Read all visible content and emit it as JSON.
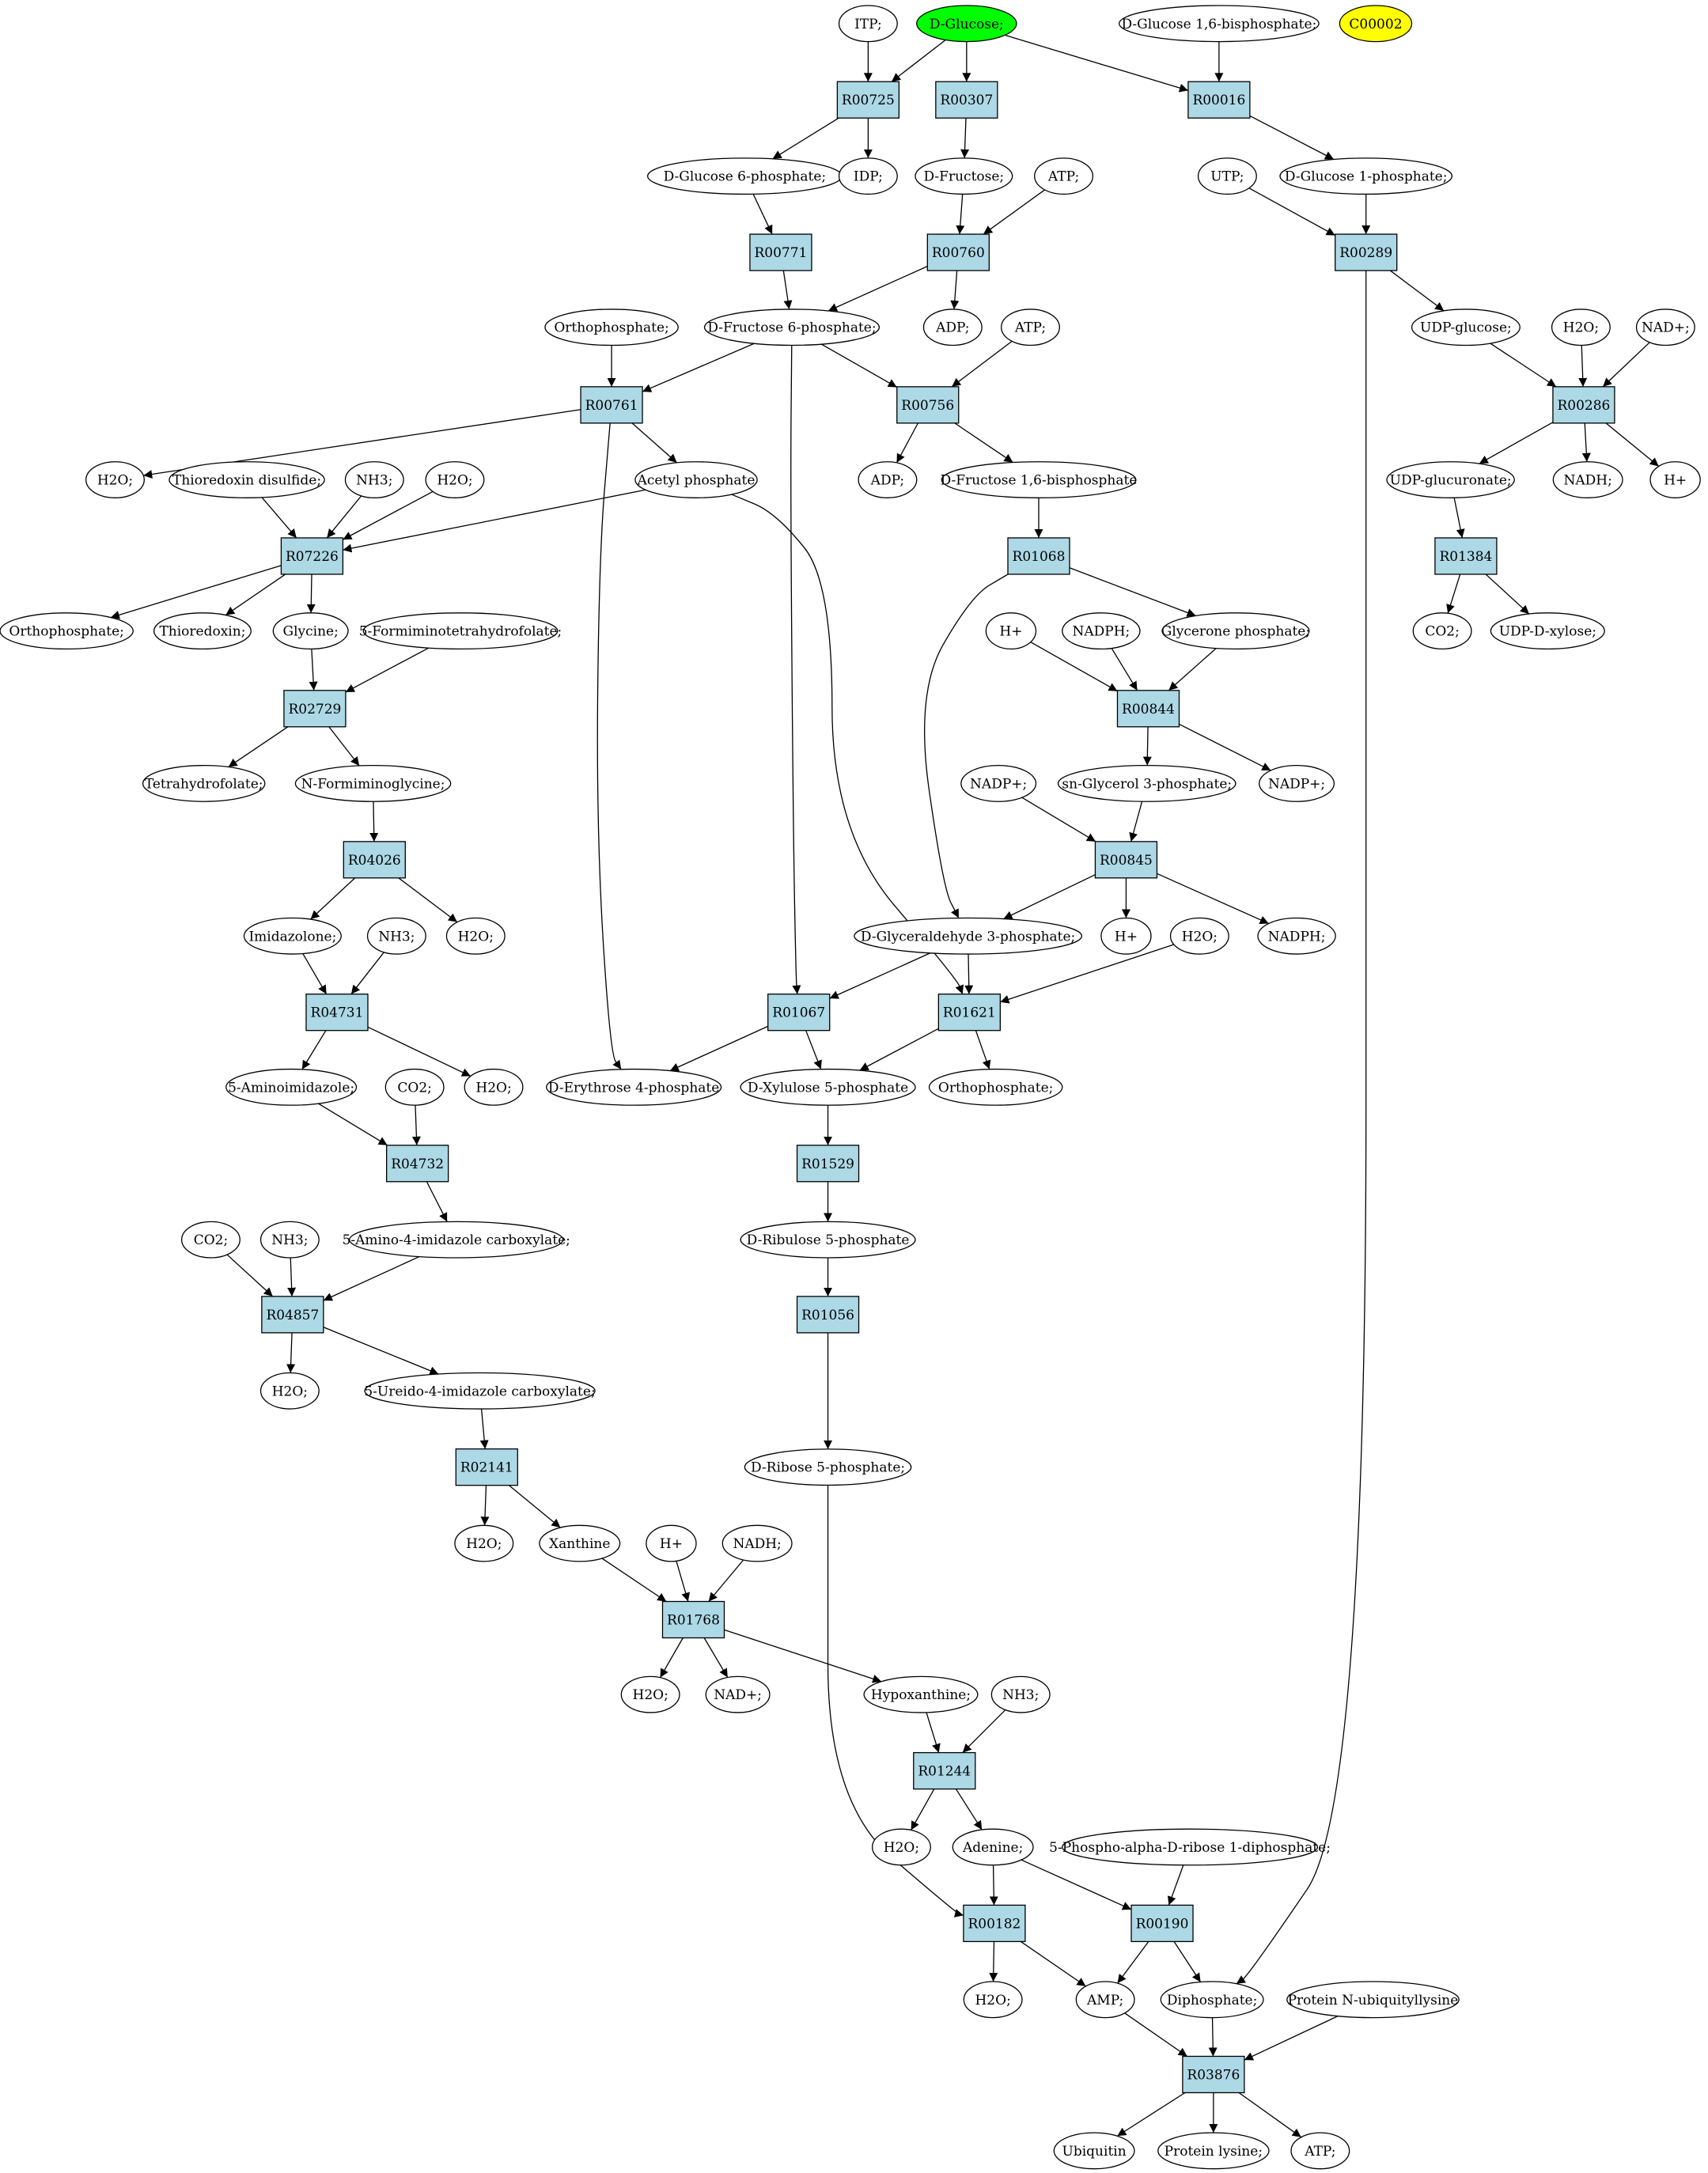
{
  "colors": {
    "start": "#00ff00",
    "marker": "#ffff00",
    "reaction": "#add8e6",
    "compound": "#ffffff",
    "stroke": "#000000"
  },
  "reactions": {
    "R00725": "R00725",
    "R00307": "R00307",
    "R00016": "R00016",
    "R00771": "R00771",
    "R00760": "R00760",
    "R00289": "R00289",
    "R00761": "R00761",
    "R00756": "R00756",
    "R00286": "R00286",
    "R07226": "R07226",
    "R01068": "R01068",
    "R01384": "R01384",
    "R02729": "R02729",
    "R00844": "R00844",
    "R04026": "R04026",
    "R00845": "R00845",
    "R04731": "R04731",
    "R01067": "R01067",
    "R01621": "R01621",
    "R04732": "R04732",
    "R01529": "R01529",
    "R04857": "R04857",
    "R01056": "R01056",
    "R02141": "R02141",
    "R01768": "R01768",
    "R01244": "R01244",
    "R00182": "R00182",
    "R00190": "R00190",
    "R03876": "R03876"
  },
  "compounds": {
    "itp": "ITP;",
    "dglucose": "D-Glucose;",
    "dg16bp": "D-Glucose 1,6-bisphosphate;",
    "c00002": "C00002",
    "dg6p": "D-Glucose 6-phosphate;",
    "idp": "IDP;",
    "dfructose": "D-Fructose;",
    "atp1": "ATP;",
    "utp": "UTP;",
    "dg1p": "D-Glucose 1-phosphate;",
    "orthop1": "Orthophosphate;",
    "df6p": "D-Fructose 6-phosphate;",
    "adp1": "ADP;",
    "atp2": "ATP;",
    "udpglucose": "UDP-glucose;",
    "h2o_a": "H2O;",
    "nadp_a": "NAD+;",
    "h2o_b": "H2O;",
    "thiodis": "Thioredoxin disulfide;",
    "nh3_a": "NH3;",
    "h2o_c": "H2O;",
    "acetylp": "Acetyl phosphate",
    "adp2": "ADP;",
    "df16bp": "D-Fructose 1,6-bisphosphate",
    "udpglucuronate": "UDP-glucuronate;",
    "nadh_a": "NADH;",
    "hplus_a": "H+",
    "orthop2": "Orthophosphate;",
    "thioredoxin": "Thioredoxin;",
    "glycine": "Glycine;",
    "formimino": "5-Formiminotetrahydrofolate;",
    "hplus_b": "H+",
    "nadph_a": "NADPH;",
    "glyceronep": "Glycerone phosphate;",
    "co2_a": "CO2;",
    "udpxylose": "UDP-D-xylose;",
    "thf": "Tetrahydrofolate;",
    "nformgly": "N-Formiminoglycine;",
    "nadpplus_a": "NADP+;",
    "snglycerol": "sn-Glycerol 3-phosphate;",
    "nadpplus_b": "NADP+;",
    "imidazolone": "Imidazolone;",
    "nh3_b": "NH3;",
    "h2o_d": "H2O;",
    "dgap": "D-Glyceraldehyde 3-phosphate;",
    "hplus_c": "H+",
    "h2o_e": "H2O;",
    "nadph_b": "NADPH;",
    "aminoimid": "5-Aminoimidazole;",
    "co2_b": "CO2;",
    "h2o_f": "H2O;",
    "de4p": "D-Erythrose 4-phosphate",
    "dx5p": "D-Xylulose 5-phosphate",
    "orthop3": "Orthophosphate;",
    "aicarb": "5-Amino-4-imidazole carboxylate;",
    "co2_c": "CO2;",
    "nh3_c": "NH3;",
    "dr5p": "D-Ribulose 5-phosphate",
    "h2o_g": "H2O;",
    "ureido": "5-Ureido-4-imidazole carboxylate;",
    "drib5p": "D-Ribose 5-phosphate;",
    "h2o_h": "H2O;",
    "xanthine": "Xanthine",
    "hplus_d": "H+",
    "nadh_b": "NADH;",
    "h2o_i": "H2O;",
    "nadplus_b": "NAD+;",
    "hypoxanthine": "Hypoxanthine;",
    "nh3_d": "NH3;",
    "h2o_j": "H2O;",
    "adenine": "Adenine;",
    "prpp": "5-Phospho-alpha-D-ribose 1-diphosphate;",
    "h2o_k": "H2O;",
    "amp": "AMP;",
    "diphosphate": "Diphosphate;",
    "protubiq": "Protein N-ubiquityllysine",
    "ubiquitin": "Ubiquitin",
    "protlys": "Protein lysine;",
    "atp3": "ATP;"
  }
}
